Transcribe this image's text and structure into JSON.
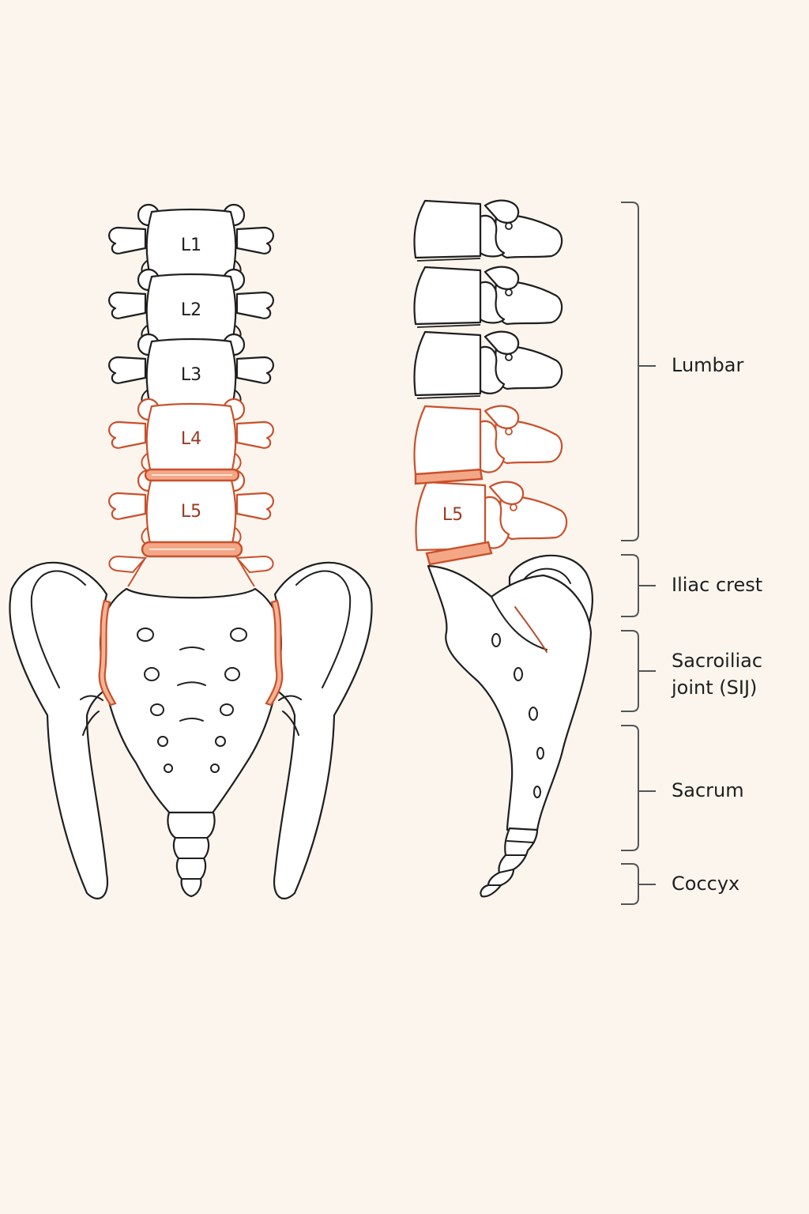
{
  "colors": {
    "background": "#fbf5ee",
    "bone_outline": "#1f1f1f",
    "highlight": "#c9502b",
    "highlight_text": "#9b3a22",
    "label_text": "#1f1f1f"
  },
  "front_view": {
    "vertebrae": [
      {
        "label": "L1",
        "highlighted": false
      },
      {
        "label": "L2",
        "highlighted": false
      },
      {
        "label": "L3",
        "highlighted": false
      },
      {
        "label": "L4",
        "highlighted": true
      },
      {
        "label": "L5",
        "highlighted": true
      }
    ]
  },
  "side_view": {
    "vertebra_label": "L5"
  },
  "regions": [
    {
      "key": "lumbar",
      "lines": [
        "Lumbar"
      ]
    },
    {
      "key": "iliac",
      "lines": [
        "Iliac crest"
      ]
    },
    {
      "key": "sij",
      "lines": [
        "Sacroiliac",
        "joint (SIJ)"
      ]
    },
    {
      "key": "sacrum",
      "lines": [
        "Sacrum"
      ]
    },
    {
      "key": "coccyx",
      "lines": [
        "Coccyx"
      ]
    }
  ]
}
